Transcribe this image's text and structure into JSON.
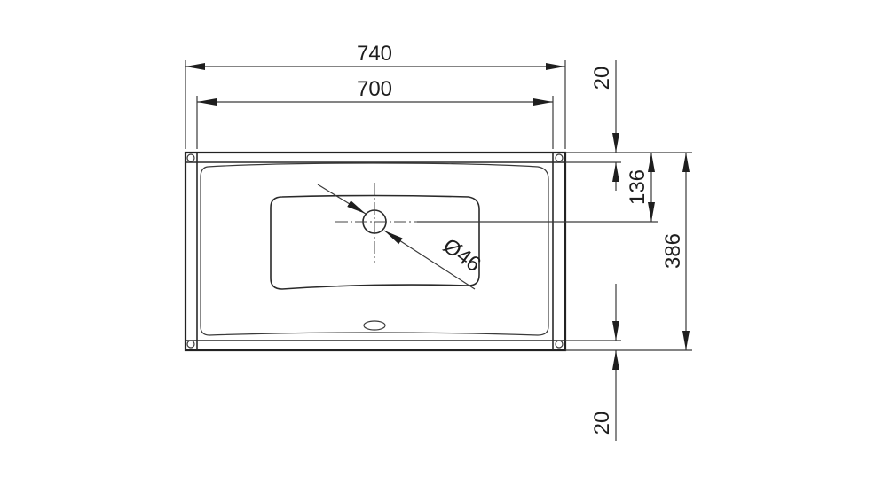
{
  "drawing": {
    "dimensions": {
      "overall_width": "740",
      "basin_width": "700",
      "top_offset": "20",
      "drain_offset": "136",
      "overall_depth": "386",
      "bottom_offset": "20",
      "drain_diameter": "Ø46"
    }
  }
}
